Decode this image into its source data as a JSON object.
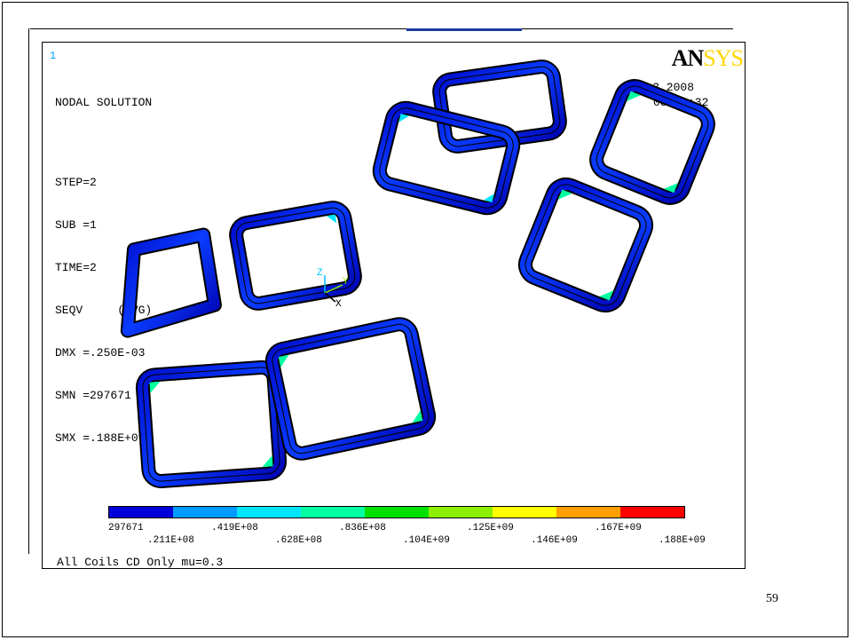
{
  "window_number": "1",
  "logo": {
    "part1": "AN",
    "part2": "SYS"
  },
  "header_title": "NODAL SOLUTION",
  "solution_info": [
    "STEP=2",
    "SUB =1",
    "TIME=2",
    "SEQV     (AVG)",
    "DMX =.250E-03",
    "SMN =297671",
    "SMX =.188E+09"
  ],
  "date": "MAY  3 2008",
  "time": "08:14:32",
  "caption": "All Coils CD Only mu=0.3",
  "slide_number": "59",
  "axes": {
    "z": "Z",
    "y": "Y",
    "x": "X"
  },
  "legend": {
    "colors": [
      "#0000d8",
      "#009bff",
      "#00e6ff",
      "#00ffa0",
      "#00e000",
      "#8cf000",
      "#ffff00",
      "#ffa000",
      "#ff0000"
    ],
    "labels": [
      "297671",
      ".211E+08",
      ".419E+08",
      ".628E+08",
      ".836E+08",
      ".104E+09",
      ".125E+09",
      ".146E+09",
      ".167E+09",
      ".188E+09"
    ]
  }
}
